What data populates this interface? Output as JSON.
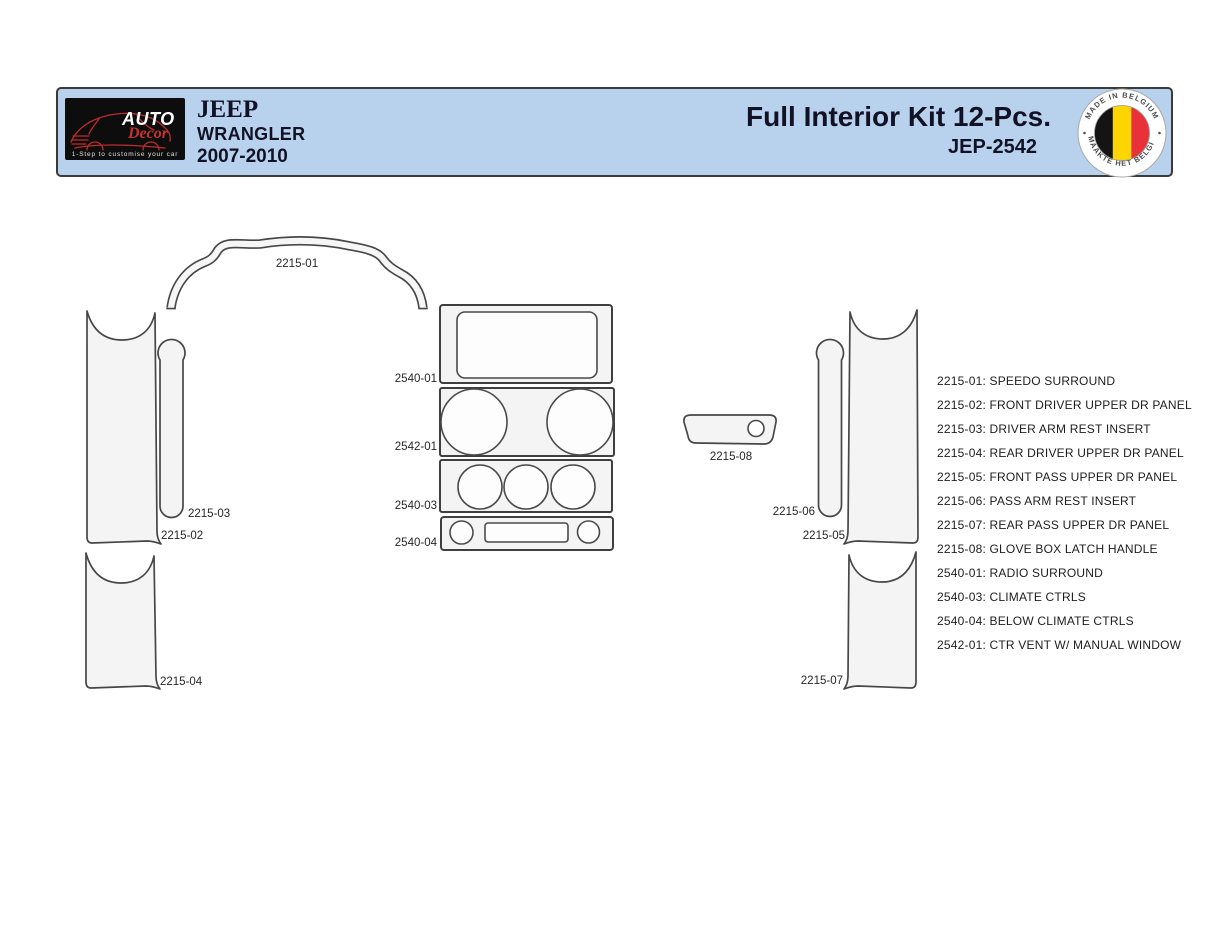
{
  "header": {
    "logo": {
      "brand_line1": "AUTO",
      "brand_line2": "Decor",
      "tagline": "1-Step to customise your car"
    },
    "make": "JEEP",
    "model": "WRANGLER",
    "years": "2007-2010",
    "title": "Full Interior Kit 12-Pcs.",
    "sku": "JEP-2542",
    "badge": {
      "arc_top": "MADE IN BELGIUM",
      "arc_bottom": "MAAKTE HET BELGIË"
    }
  },
  "colors": {
    "header_bg": "#b8d2ee",
    "header_border": "#3a3a3a",
    "logo_red": "#c62f2f",
    "belgium_black": "#141414",
    "belgium_yellow": "#fdd500",
    "belgium_red": "#e83138",
    "part_fill": "#f4f4f4",
    "part_stroke": "#474747"
  },
  "diagram": {
    "labels": [
      "2215-01",
      "2215-02",
      "2215-03",
      "2215-04",
      "2540-01",
      "2542-01",
      "2540-03",
      "2540-04",
      "2215-08",
      "2215-06",
      "2215-05",
      "2215-07"
    ]
  },
  "legend": {
    "items": [
      "2215-01: SPEEDO SURROUND",
      "2215-02: FRONT DRIVER UPPER DR PANEL",
      "2215-03: DRIVER ARM REST INSERT",
      "2215-04: REAR DRIVER UPPER DR PANEL",
      "2215-05: FRONT PASS UPPER DR PANEL",
      "2215-06: PASS ARM REST INSERT",
      "2215-07: REAR PASS UPPER DR PANEL",
      "2215-08: GLOVE BOX LATCH HANDLE",
      "2540-01: RADIO SURROUND",
      "2540-03: CLIMATE CTRLS",
      "2540-04: BELOW CLIMATE CTRLS",
      "2542-01: CTR VENT W/ MANUAL WINDOW"
    ]
  }
}
